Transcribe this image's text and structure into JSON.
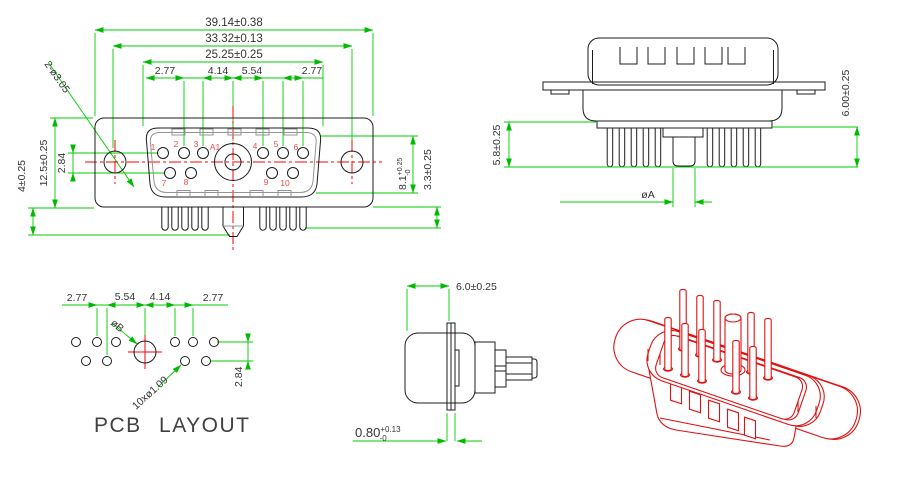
{
  "colors": {
    "dimension_green": "#00cc00",
    "object_black": "#1c1c1c",
    "centerline_red": "#ff0000",
    "model_red": "#e01212"
  },
  "front_view": {
    "dim_overall_width": "39.14±0.38",
    "dim_hole_spacing": "33.32±0.13",
    "dim_insert_width": "25.25±0.25",
    "pitch": [
      "2.77",
      "4.14",
      "5.54",
      "2.77"
    ],
    "hole_note": "2-ø3.05",
    "dim_pin_length": "4±0.25",
    "dim_height": "12.5±0.25",
    "dim_row_offset": "2.84",
    "dim_insert_height": {
      "v": "8.1",
      "p": "+0.25",
      "m": "-0"
    },
    "dim_shoulder": "3.3±0.25",
    "pins": [
      "1",
      "2",
      "3",
      "A1",
      "4",
      "5",
      "6",
      "7",
      "8",
      "9",
      "10"
    ]
  },
  "rear_view": {
    "dim_pin_len_left": "5.8±0.25",
    "dim_pin_len_right": "6.00±0.25",
    "dim_center_pin": "øA"
  },
  "pcb_layout": {
    "title": "PCB LAYOUT",
    "pitch": [
      "2.77",
      "5.54",
      "4.14",
      "2.77"
    ],
    "dim_row_offset": "2.84",
    "center_hole": "øB",
    "pin_holes": "10xø1.09"
  },
  "profile_view": {
    "dim_depth": "6.0±0.25",
    "dim_flange_thk": {
      "v": "0.80",
      "p": "+0.13",
      "m": "-0"
    }
  }
}
